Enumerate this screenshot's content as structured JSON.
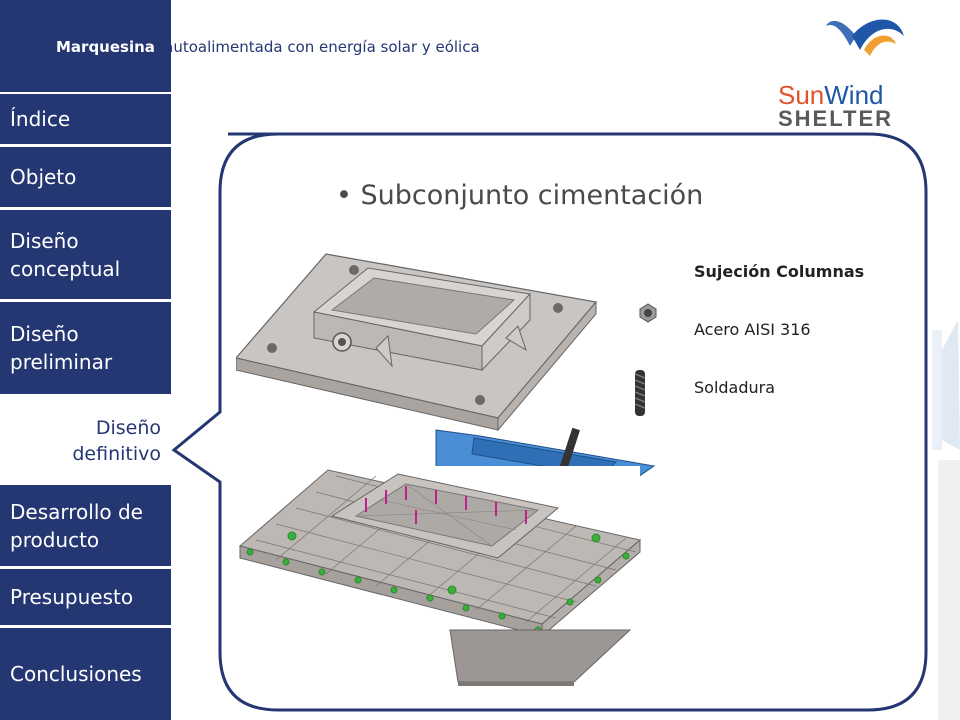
{
  "header": {
    "title_lead": "Marquesina",
    "title_rest": "autoalimentada con energía solar y eólica"
  },
  "logo": {
    "word1_a": "Sun",
    "word1_b": "Wind",
    "word2": "SHELTER",
    "colors": {
      "sun": "#e0522a",
      "wind": "#1f56a8",
      "swoosh_blue": "#1f56a8",
      "swoosh_orange": "#f0a030"
    }
  },
  "sidebar": {
    "items": [
      {
        "label": "Índice",
        "active": false
      },
      {
        "label": "Objeto",
        "active": false
      },
      {
        "label": "Diseño conceptual",
        "active": false
      },
      {
        "label": "Diseño preliminar",
        "active": false
      },
      {
        "label": "Diseño definitivo",
        "active": true
      },
      {
        "label": "Desarrollo de producto",
        "active": false
      },
      {
        "label": "Presupuesto",
        "active": false
      },
      {
        "label": "Conclusiones",
        "active": false
      }
    ]
  },
  "slide": {
    "bullet": "•",
    "heading": "Subconjunto cimentación"
  },
  "legend": {
    "title": "Sujeción Columnas",
    "material": "Acero AISI 316",
    "joint": "Soldadura"
  },
  "colors": {
    "navy": "#243773",
    "plate_grey": "#c9c5c2",
    "blue_part": "#4a8fd6",
    "mesh_grey": "#b9b4b0",
    "load_magenta": "#c0208f",
    "fixture_green": "#3cae3c"
  }
}
